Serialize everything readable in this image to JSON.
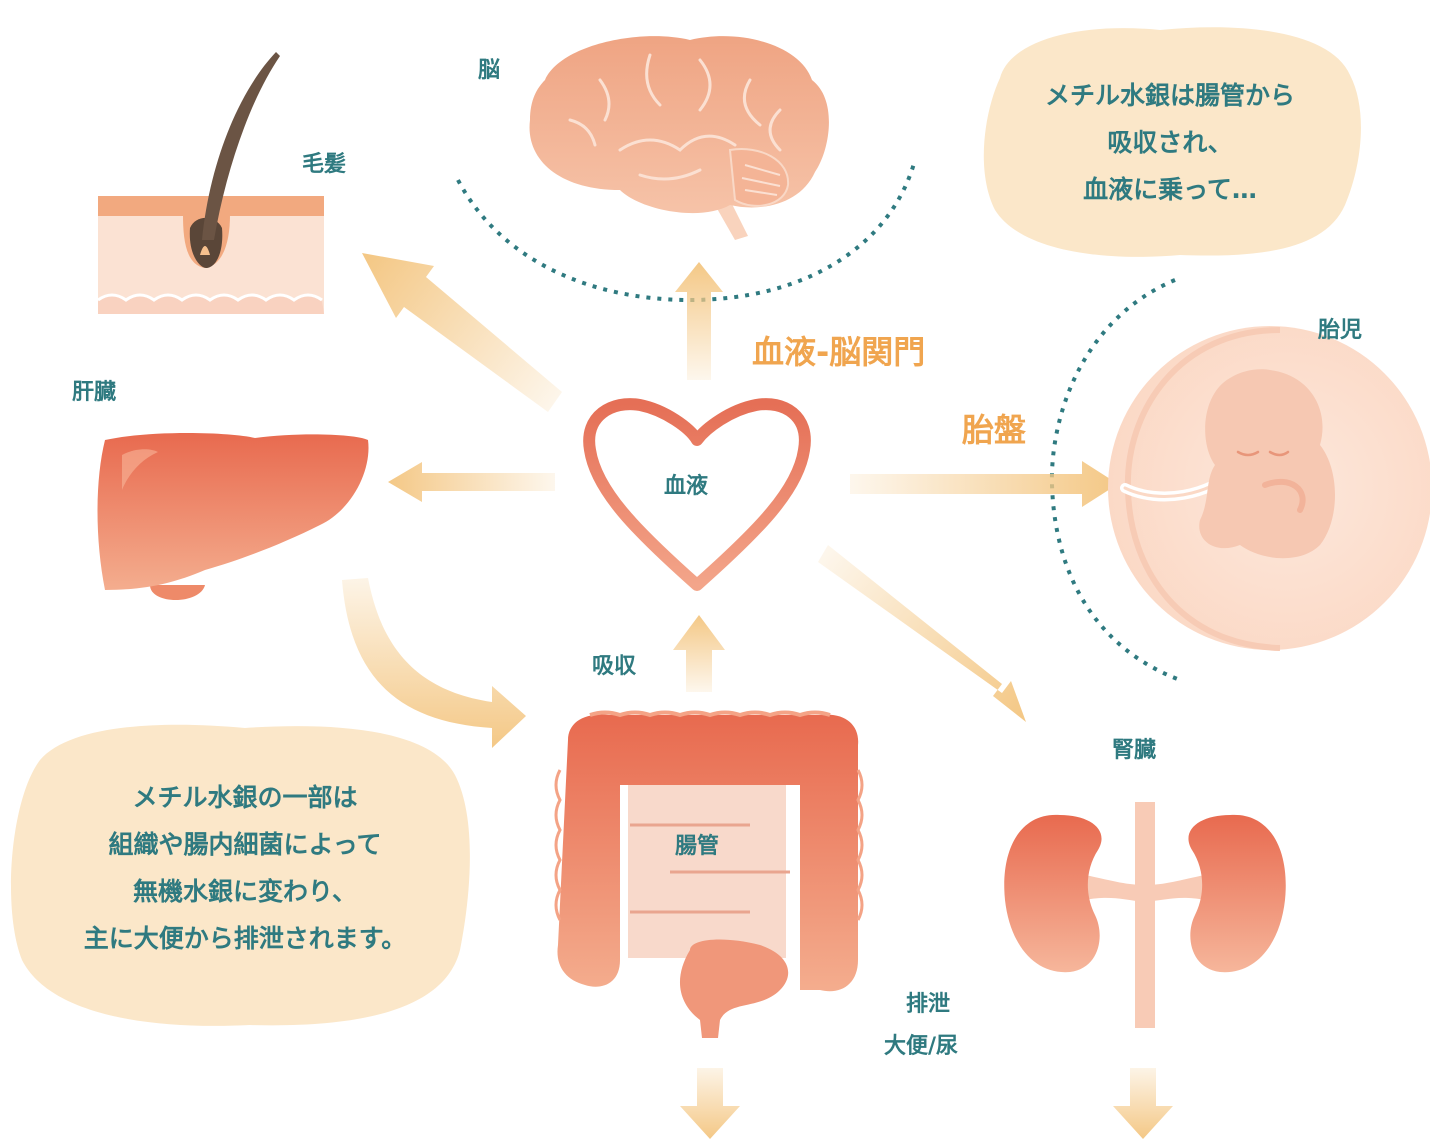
{
  "labels": {
    "brain": "脳",
    "hair": "毛髪",
    "liver": "肝臓",
    "blood": "血液",
    "bbb": "血液-脳関門",
    "placenta": "胎盤",
    "fetus": "胎児",
    "absorption": "吸収",
    "intestine": "腸管",
    "kidney": "腎臓",
    "excretion": "排泄",
    "excretion_detail": "大便/尿"
  },
  "bubbles": {
    "top_right": [
      "メチル水銀は腸管から",
      "吸収され、",
      "血液に乗って…"
    ],
    "bottom_left": [
      "メチル水銀の一部は",
      "組織や腸内細菌によって",
      "無機水銀に変わり、",
      "主に大便から排泄されます。"
    ]
  },
  "colors": {
    "label_teal": "#2f7a80",
    "accent_orange": "#f0a54f",
    "arrow": "#f4c886",
    "bubble": "#fbe7c9",
    "organ": "#ea7b5c",
    "heart": "#e8765b"
  },
  "icons": [
    "brain-icon",
    "hair-icon",
    "liver-icon",
    "heart-icon",
    "fetus-icon",
    "intestine-icon",
    "kidney-icon"
  ]
}
